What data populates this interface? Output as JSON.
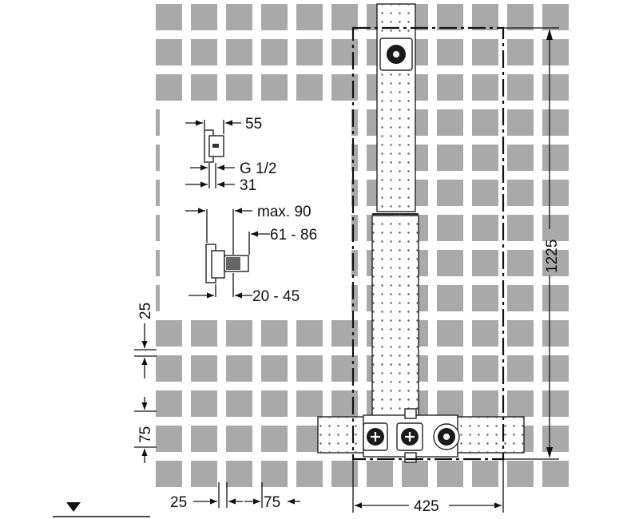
{
  "colors": {
    "tile": "#a9a9a9",
    "line": "#111111",
    "background": "#ffffff"
  },
  "detail_top": {
    "width_label": "55",
    "thread_label": "G 1/2",
    "depth_label": "31"
  },
  "detail_bottom": {
    "max_label": "max. 90",
    "range_outer_label": "61 - 86",
    "range_inner_label": "20 - 45"
  },
  "tiles": {
    "left_spacing_label": "25",
    "left_tile_label": "75",
    "bottom_spacing_label": "25",
    "bottom_tile_label": "75"
  },
  "frame": {
    "width_label": "425",
    "height_label": "1225"
  },
  "icons": [
    "floor-level-triangle-icon",
    "valve-plus-icon",
    "outlet-icon"
  ]
}
